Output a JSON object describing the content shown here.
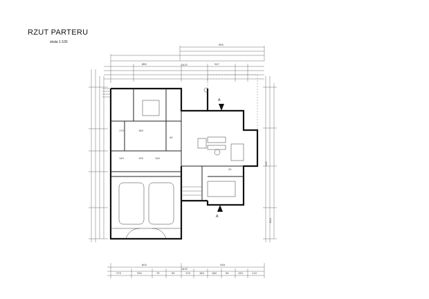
{
  "drawing": {
    "title": "RZUT PARTERU",
    "scale": "skala 1:100"
  },
  "dimensions": {
    "top_overall": "1437",
    "top_left": "880",
    "top_right": "547",
    "top_far": "965",
    "bottom_overall": "1437",
    "bottom_left": "600",
    "bottom_right": "546",
    "right_top": "812",
    "right_mid": "130",
    "bottom_chain": [
      "270",
      "290",
      "70",
      "90",
      "170",
      "180",
      "180",
      "90",
      "150",
      "110"
    ]
  },
  "section_markers": [
    "A",
    "A"
  ],
  "room_labels": [
    "170",
    "180",
    "140",
    "130",
    "140",
    "90",
    "20"
  ]
}
